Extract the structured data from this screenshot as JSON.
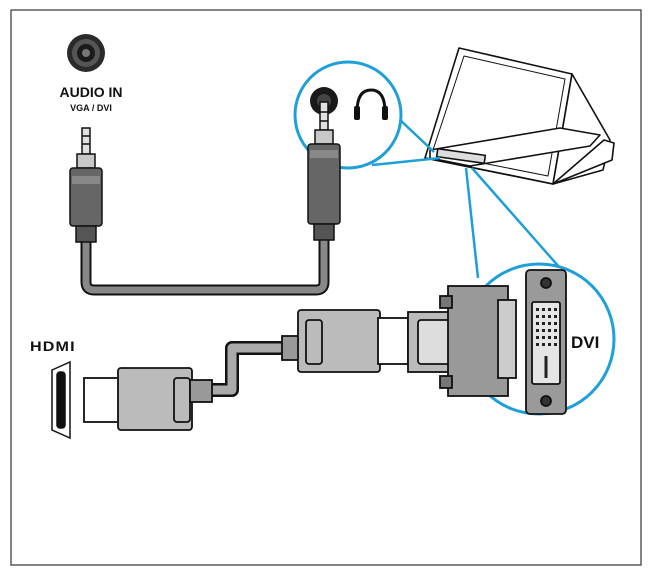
{
  "labels": {
    "audio_in": "AUDIO IN",
    "audio_in_sub": "VGA / DVI",
    "hdmi": "HDMI",
    "dvi": "DVI"
  },
  "icons": {
    "headphone": "headphone-icon",
    "audio_jack": "audio-jack-icon"
  },
  "colors": {
    "callout_blue": "#1e9fd8",
    "cable_gray": "#888888",
    "connector_gray": "#a9a9a9",
    "outline": "#111111",
    "background": "#ffffff"
  }
}
